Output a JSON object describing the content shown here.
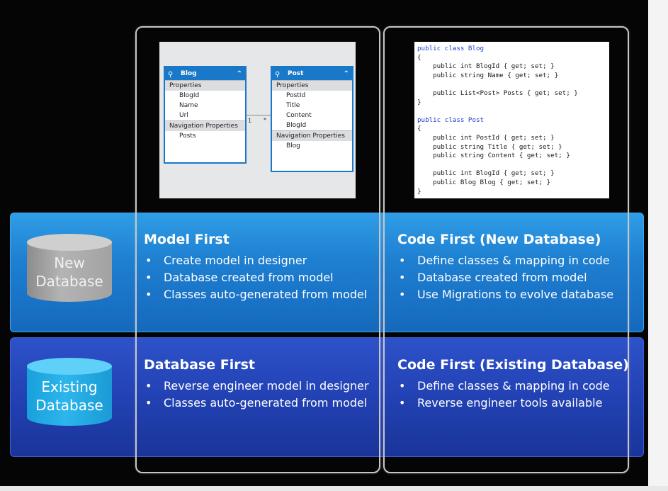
{
  "rows": {
    "new": {
      "line1": "New",
      "line2": "Database"
    },
    "existing": {
      "line1": "Existing",
      "line2": "Database"
    }
  },
  "quadrants": {
    "model_first": {
      "title": "Model First",
      "items": [
        "Create model in designer",
        "Database created from model",
        "Classes auto-generated from model"
      ]
    },
    "code_first_new": {
      "title": "Code First (New Database)",
      "items": [
        "Define classes & mapping in code",
        "Database created from model",
        "Use Migrations to evolve database"
      ]
    },
    "database_first": {
      "title": "Database First",
      "items": [
        "Reverse engineer model in designer",
        "Classes auto-generated from model"
      ]
    },
    "code_first_existing": {
      "title": "Code First (Existing Database)",
      "items": [
        "Define classes & mapping in code",
        "Reverse engineer tools available"
      ]
    }
  },
  "designer": {
    "blog": {
      "name": "Blog",
      "properties_label": "Properties",
      "properties": [
        "BlogId",
        "Name",
        "Url"
      ],
      "nav_label": "Navigation Properties",
      "nav": [
        "Posts"
      ]
    },
    "post": {
      "name": "Post",
      "properties_label": "Properties",
      "properties": [
        "PostId",
        "Title",
        "Content",
        "BlogId"
      ],
      "nav_label": "Navigation Properties",
      "nav": [
        "Blog"
      ]
    },
    "multiplicity_one": "1",
    "multiplicity_many": "*"
  },
  "code": {
    "blog_class": "public class Blog",
    "blog_lines": [
      "public int BlogId { get; set; }",
      "public string Name { get; set; }",
      "public List<Post> Posts { get; set; }"
    ],
    "post_class": "public class Post",
    "post_lines": [
      "public int PostId { get; set; }",
      "public string Title { get; set; }",
      "public string Content { get; set; }",
      "public int BlogId { get; set; }",
      "public Blog Blog { get; set; }"
    ],
    "open_brace": "{",
    "close_brace": "}"
  }
}
